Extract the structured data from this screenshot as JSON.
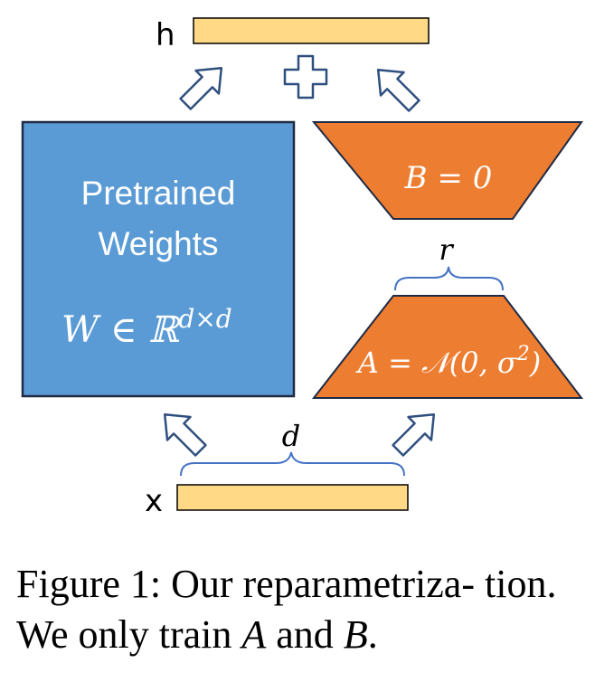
{
  "diagram": {
    "output_label": "h",
    "input_label": "x",
    "pretrained": {
      "line1": "Pretrained",
      "line2": "Weights",
      "formula": "W ∈ ℝ",
      "formula_sup": "d×d"
    },
    "b_matrix": {
      "label": "B = 0"
    },
    "a_matrix": {
      "label": "A = 𝒩(0, σ",
      "label_sup": "2",
      "label_end": ")"
    },
    "rank_label": "r",
    "dim_label": "d",
    "plus_symbol": "+"
  },
  "caption": {
    "part1": "Figure 1: Our reparametriza- tion. We only train ",
    "var_a": "A",
    "part2": " and ",
    "var_b": "B",
    "part3": "."
  },
  "colors": {
    "blue_box": "#5b9bd5",
    "blue_border": "#1f2a44",
    "orange": "#ed7d31",
    "yellow_bar": "#ffd985",
    "arrow_stroke": "#2f4f7f",
    "brace": "#4472c4"
  }
}
